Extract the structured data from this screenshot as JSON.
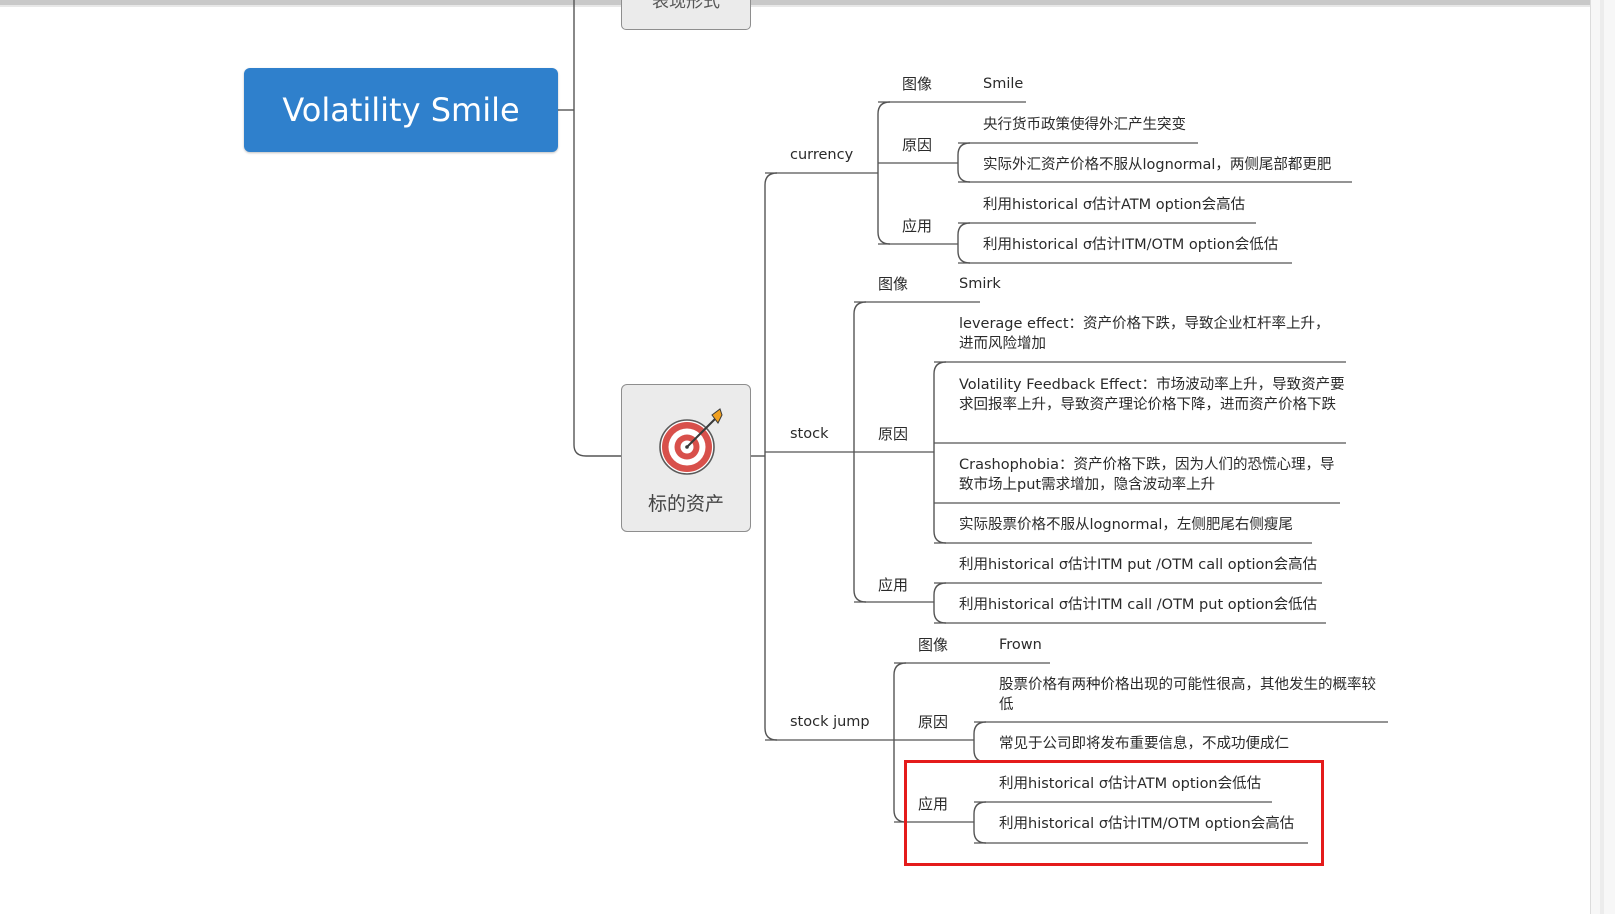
{
  "root": {
    "title": "Volatility Smile"
  },
  "nodes": {
    "cut_top": "表现形式",
    "underlying": "标的资产"
  },
  "branches": {
    "currency": {
      "label": "currency",
      "image_cat": "图像",
      "image_val": "Smile",
      "reason_cat": "原因",
      "reason1": "央行货币政策使得外汇产生突变",
      "reason2": "实际外汇资产价格不服从lognormal，两侧尾部都更肥",
      "app_cat": "应用",
      "app1": "利用historical σ估计ATM option会高估",
      "app2": "利用historical σ估计ITM/OTM option会低估"
    },
    "stock": {
      "label": "stock",
      "image_cat": "图像",
      "image_val": "Smirk",
      "reason_cat": "原因",
      "reason1": "leverage effect：资产价格下跌，导致企业杠杆率上升，进而风险增加",
      "reason2": "Volatility Feedback Effect：市场波动率上升，导致资产要求回报率上升，导致资产理论价格下降，进而资产价格下跌",
      "reason3": "Crashophobia：资产价格下跌，因为人们的恐慌心理，导致市场上put需求增加，隐含波动率上升",
      "reason4": "实际股票价格不服从lognormal，左侧肥尾右侧瘦尾",
      "app_cat": "应用",
      "app1": "利用historical σ估计ITM put /OTM call option会高估",
      "app2": "利用historical σ估计ITM call /OTM put option会低估"
    },
    "stock_jump": {
      "label": "stock jump",
      "image_cat": "图像",
      "image_val": "Frown",
      "reason_cat": "原因",
      "reason1": "股票价格有两种价格出现的可能性很高，其他发生的概率较低",
      "reason2": "常见于公司即将发布重要信息，不成功便成仁",
      "app_cat": "应用",
      "app1": "利用historical σ估计ATM option会低估",
      "app2": "利用historical σ估计ITM/OTM option会高估"
    }
  },
  "colors": {
    "root": "#2f80cc",
    "highlight": "#e41b1b",
    "node_fill": "#ebebeb",
    "line": "#555555"
  },
  "icons": {
    "underlying": "target-icon"
  }
}
